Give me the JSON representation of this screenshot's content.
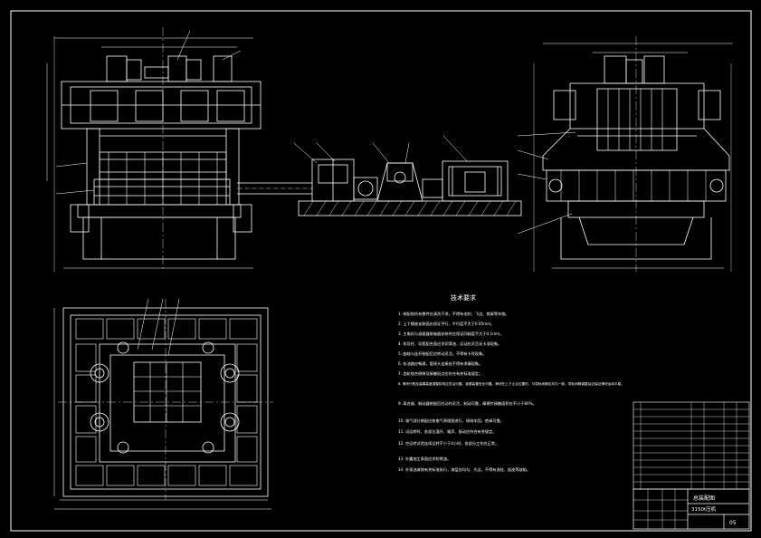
{
  "drawing": {
    "background": "#000000",
    "line_color": "#ffffff",
    "accent_color": "#00ffff"
  },
  "notes": {
    "heading": "技术要求",
    "items": [
      "1. 装配前所有零件应清洗干净，不得有毛刺、飞边、铁屑等杂物。",
      "2. 上下模座安装面应保证平行，平行度不大于0.05mm。",
      "3. 主电机与减速器联轴器安装时应保证同轴度不大于0.1mm。",
      "4. 各导柱、导套配合面应涂润滑油，运动应灵活无卡滞现象。",
      "5. 曲轴与连杆装配后应转动灵活，不得有卡死现象。",
      "6. 各油路应畅通，管接头连接处不得有渗漏现象。",
      "7. 齿轮啮合侧隙及接触斑点应符合有关标准规定。",
      "8. 滑块行程及装模高度调整机构应灵活可靠，锁紧装置安全可靠，滑块在上下止点位置时，与导轨间隙应均匀一致，导轨间隙调整后应保证滑块运动平稳。",
      "9. 离合器、制动器装配后应动作灵活，制动可靠，摩擦片接触面积应不小于80%。",
      "10. 电气部分装配应按电气原理图进行，接线牢固，绝缘可靠。",
      "11. 试运转时，各部位温升、噪声、振动应符合有关规定。",
      "12. 空运转试验连续运转不少于4小时，各部分工作应正常。",
      "13. 外露加工表面应涂防锈油。",
      "14. 外观油漆按有关标准执行，漆层应均匀、光洁，不得有流挂、起皮等缺陷。"
    ]
  },
  "title_block": {
    "drawing_name": "总装配图",
    "drawing_number": "3150t压机",
    "sheet": "05"
  }
}
